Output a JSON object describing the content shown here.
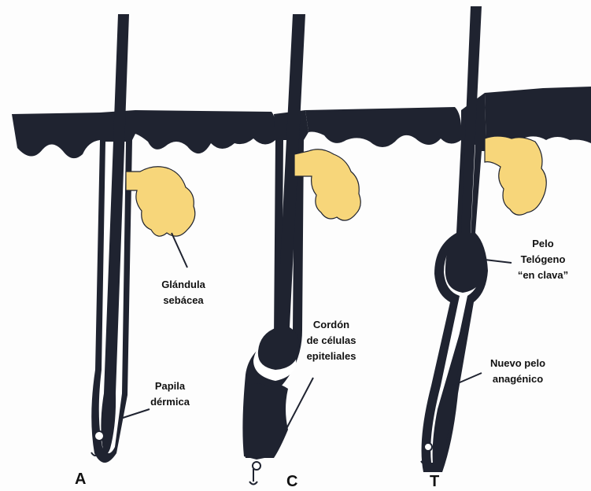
{
  "colors": {
    "epidermis": "#1f2330",
    "gland": "#f7d67a",
    "background": "#fdfdfd"
  },
  "labels": {
    "glandula": [
      "Glándula",
      "sebácea"
    ],
    "papila": [
      "Papila",
      "dérmica"
    ],
    "cordon": [
      "Cordón",
      "de células",
      "epiteliales"
    ],
    "pelo_telogeno": [
      "Pelo",
      "Telógeno",
      "“en clava”"
    ],
    "nuevo_pelo": [
      "Nuevo pelo",
      "anagénico"
    ]
  },
  "stages": {
    "a": "A",
    "c": "C",
    "t": "T"
  }
}
